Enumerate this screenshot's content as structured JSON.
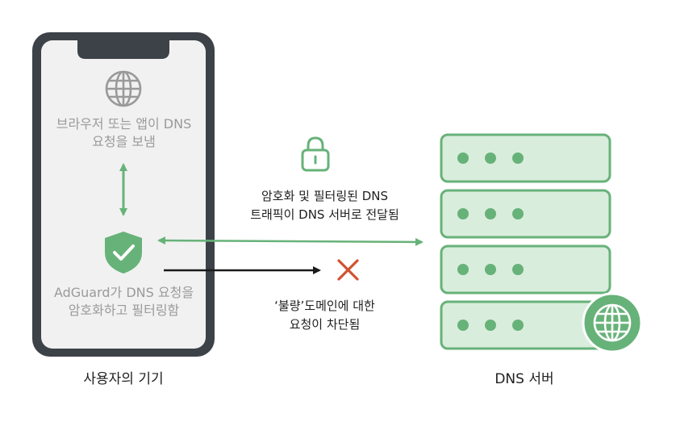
{
  "device": {
    "label": "사용자의 기기",
    "browser_text": "브라우저 또는 앱이 DNS\n요청을 보냄",
    "adguard_text": "AdGuard가 DNS 요청을\n암호화하고 필터링함"
  },
  "flows": {
    "encrypted_text": "암호화 및 필터링된 DNS\n트래픽이 DNS 서버로 전달됨",
    "blocked_text": "‘불량’도메인에 대한\n요청이 차단됨"
  },
  "server": {
    "label": "DNS 서버",
    "unit_count": 4
  },
  "colors": {
    "green": "#67b279",
    "green_fill": "#d9eddd",
    "phone_frame": "#3d4148",
    "phone_screen": "#f1f1f1",
    "blocked_x": "#d2522f",
    "arrow_dark": "#1a1a1a"
  },
  "icons": [
    "globe-icon",
    "shield-check-icon",
    "lock-icon",
    "cross-icon",
    "globe-badge-icon"
  ]
}
